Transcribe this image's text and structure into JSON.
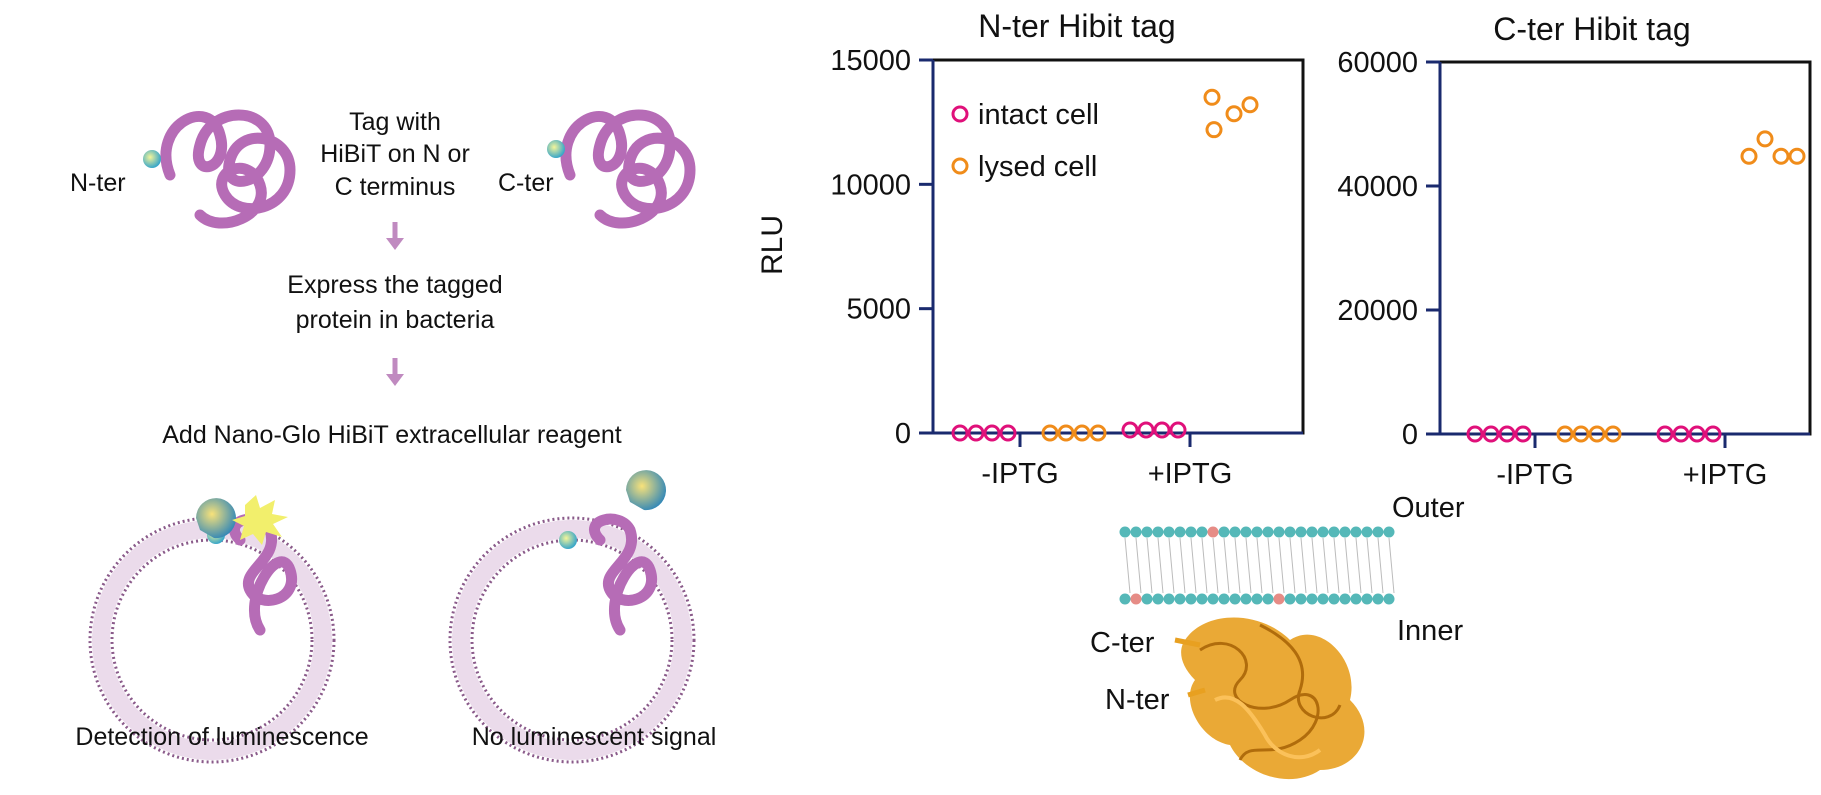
{
  "colors": {
    "intact": "#e0107a",
    "lysed": "#f08c1a",
    "protein": "#b66cb6",
    "membrane_head": "#55b8b8",
    "membrane_highlight": "#e68c86",
    "structure": "#e8a020",
    "axis": "#1a2a6e"
  },
  "schematic": {
    "n_ter": "N-ter",
    "c_ter": "C-ter",
    "tag_step": [
      "Tag with",
      "HiBiT on N or",
      "C terminus"
    ],
    "express_step": [
      "Express the tagged",
      "protein in bacteria"
    ],
    "reagent_step": "Add Nano-Glo HiBiT extracellular reagent",
    "detection": "Detection of luminescence",
    "no_signal": "No luminescent signal"
  },
  "chart_data": [
    {
      "type": "scatter",
      "title": "N-ter Hibit tag",
      "ylabel": "RLU",
      "xlabel": "",
      "categories": [
        "-IPTG",
        "+IPTG"
      ],
      "ylim": [
        0,
        15000
      ],
      "yticks": [
        "0",
        "5000",
        "10000",
        "15000"
      ],
      "legend_position": "top-left",
      "series": [
        {
          "name": "intact cell",
          "values": [
            [
              0,
              0,
              0,
              0
            ],
            [
              120,
              120,
              120,
              120
            ]
          ]
        },
        {
          "name": "lysed cell",
          "values": [
            [
              0,
              0,
              0,
              0
            ],
            [
              13500,
              13000,
              13200,
              12600
            ]
          ]
        }
      ]
    },
    {
      "type": "scatter",
      "title": "C-ter Hibit tag",
      "ylabel": "",
      "xlabel": "",
      "categories": [
        "-IPTG",
        "+IPTG"
      ],
      "ylim": [
        0,
        60000
      ],
      "yticks": [
        "0",
        "20000",
        "40000",
        "60000"
      ],
      "series": [
        {
          "name": "intact cell",
          "values": [
            [
              0,
              0,
              0,
              0
            ],
            [
              0,
              0,
              0,
              0
            ]
          ]
        },
        {
          "name": "lysed cell",
          "values": [
            [
              0,
              0,
              0,
              0
            ],
            [
              44800,
              47600,
              44800,
              44800
            ]
          ]
        }
      ]
    }
  ],
  "structure_labels": {
    "outer": "Outer",
    "inner": "Inner",
    "c_ter": "C-ter",
    "n_ter": "N-ter"
  }
}
